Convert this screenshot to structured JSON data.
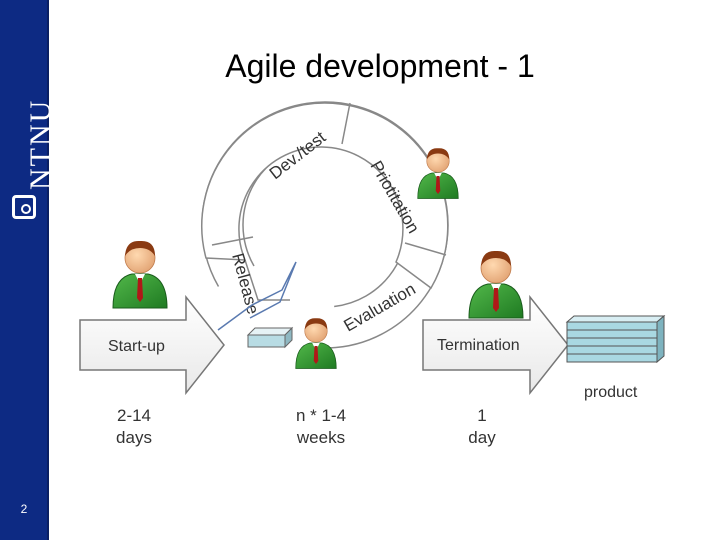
{
  "brand": {
    "logo_text": "NTNU"
  },
  "slide": {
    "title": "Agile development - 1",
    "page_number": "2"
  },
  "diagram": {
    "cycle_segments": [
      "Dev./test",
      "Priotitation",
      "Evaluation",
      "Release"
    ],
    "arrows": {
      "startup": "Start-up",
      "termination": "Termination"
    },
    "product_label": "product",
    "durations": [
      {
        "line1": "2-14",
        "line2": "days"
      },
      {
        "line1": "n * 1-4",
        "line2": "weeks"
      },
      {
        "line1": "1",
        "line2": "day"
      }
    ]
  }
}
